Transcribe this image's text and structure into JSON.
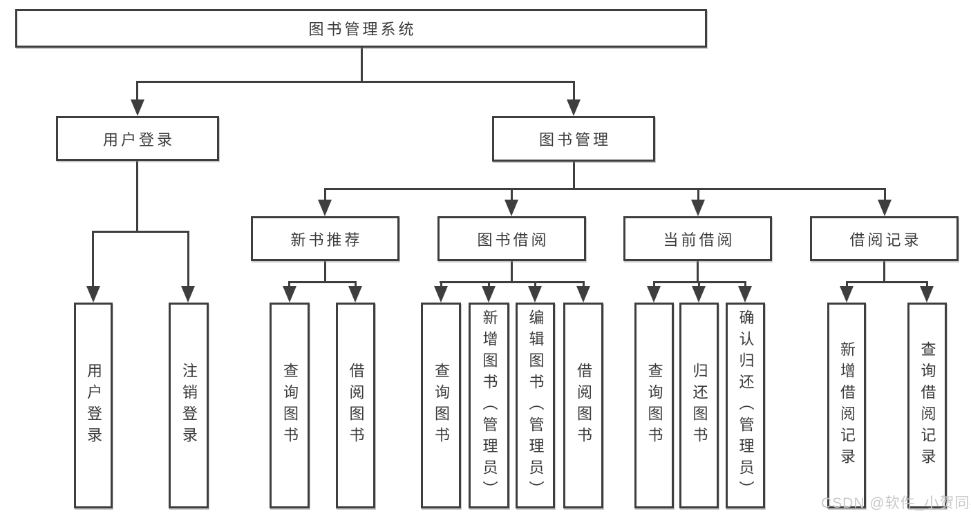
{
  "root": {
    "label": "图书管理系统"
  },
  "login": {
    "label": "用户登录",
    "children": [
      "用户登录",
      "注销登录"
    ]
  },
  "management": {
    "label": "图书管理"
  },
  "modules": [
    {
      "label": "新书推荐",
      "children": [
        "查询图书",
        "借阅图书"
      ]
    },
    {
      "label": "图书借阅",
      "children": [
        "查询图书",
        "新增图书（管理员）",
        "编辑图书（管理员）",
        "借阅图书"
      ]
    },
    {
      "label": "当前借阅",
      "children": [
        "查询图书",
        "归还图书",
        "确认归还（管理员）"
      ]
    },
    {
      "label": "借阅记录",
      "children": [
        "新增借阅记录",
        "查询借阅记录"
      ]
    }
  ],
  "watermark": "CSDN @软件_小贺同学",
  "colors": {
    "line": "#3e3e3e",
    "text": "#3a3a3a",
    "watermark": "#c8c8c8",
    "background": "#ffffff"
  }
}
